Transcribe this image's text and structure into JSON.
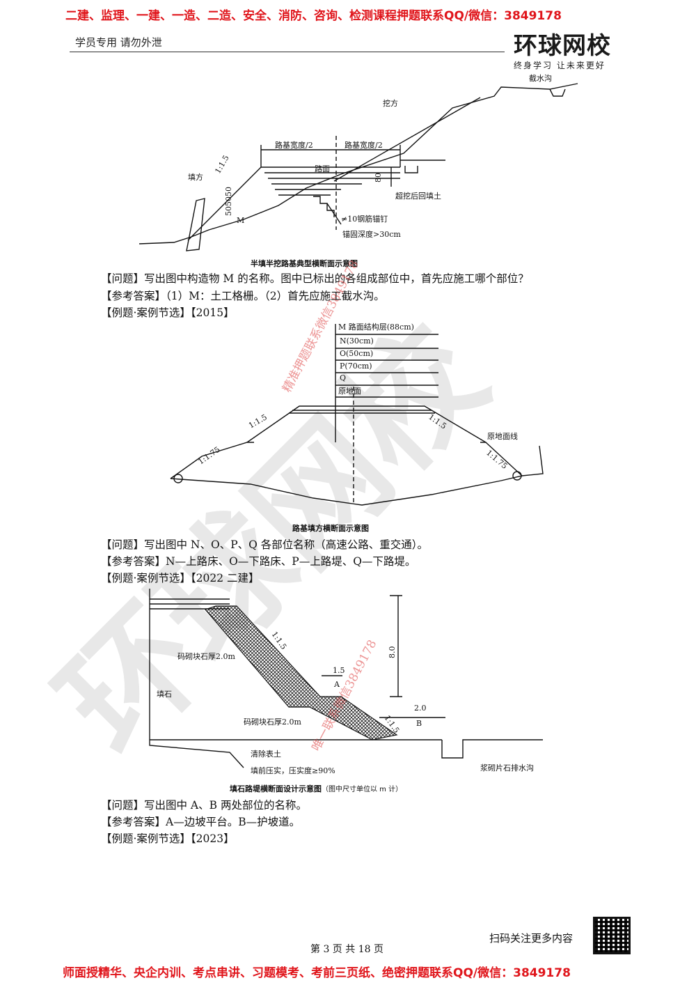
{
  "header": {
    "banner_top": "二建、监理、一建、一造、二造、安全、消防、咨询、检测课程押题联系QQ/微信：3849178",
    "note": "学员专用  请勿外泄",
    "logo_main": "环球网校",
    "logo_sub": "终身学习  让未来更好"
  },
  "watermark": {
    "big_text": "环球网校",
    "line1": "精准押题联系微信3849178",
    "line2": "唯一联系微信3849178"
  },
  "figure1": {
    "caption": "半填半挖路基典型横断面示意图",
    "labels": {
      "ditch": "截水沟",
      "cut": "挖方",
      "width_left": "路基宽度/2",
      "width_right": "路基宽度/2",
      "pavement": "路面",
      "fill": "填方",
      "slope": "1:1.5",
      "steps": "505050",
      "m": "M",
      "dim80": "80",
      "backfill": "超挖后回填土",
      "anchor": "≠10钢筋锚钉",
      "anchor_depth": "锚固深度>30cm"
    }
  },
  "qa1": {
    "question": "【问题】写出图中构造物 M 的名称。图中已标出的各组成部位中，首先应施工哪个部位？",
    "answer": "【参考答案】（1）M：土工格栅。（2）首先应施工截水沟。",
    "example": "【例题·案例节选】【2015】"
  },
  "figure2": {
    "caption": "路基填方横断面示意图",
    "labels": {
      "m": "M 路面结构层(88cm)",
      "n": "N(30cm)",
      "o": "O(50cm)",
      "p": "P(70cm)",
      "q": "Q",
      "ground": "原地面",
      "slope15_left": "1:1.5",
      "slope175_left": "1:1.75",
      "slope15_right": "1:1.5",
      "slope175_right": "1:1.75",
      "ground_line": "原地面线"
    }
  },
  "qa2": {
    "question": "【问题】写出图中 N、O、P、Q 各部位名称（高速公路、重交通）。",
    "answer": "【参考答案】N—上路床、O—下路床、P—上路堤、Q—下路堤。",
    "example": "【例题·案例节选】【2022 二建】"
  },
  "figure3": {
    "caption": "填石路堤横断面设计示意图",
    "caption_note": "（图中尺寸单位以 m 计）",
    "labels": {
      "masonry_top": "码砌块石厚2.0m",
      "masonry_bottom": "码砌块石厚2.0m",
      "fill_stone": "填石",
      "slope_upper": "1:1.5",
      "slope_lower": "1:1.5",
      "dim15": "1.5",
      "a": "A",
      "dim80": "8.0",
      "dim20": "2.0",
      "b": "B",
      "clear": "清除表土",
      "compact": "填前压实，压实度≥90%",
      "drain": "浆砌片石排水沟"
    }
  },
  "qa3": {
    "question": "【问题】写出图中 A、B 两处部位的名称。",
    "answer": "【参考答案】A—边坡平台。B—护坡道。",
    "example": "【例题·案例节选】【2023】"
  },
  "footer": {
    "scan": "扫码关注更多内容",
    "page": "第 3 页 共 18 页",
    "banner_bottom": "师面授精华、央企内训、考点串讲、习题模考、考前三页纸、绝密押题联系QQ/微信：3849178"
  },
  "colors": {
    "banner": "#e0151b",
    "watermark": "#d8d8d8"
  }
}
